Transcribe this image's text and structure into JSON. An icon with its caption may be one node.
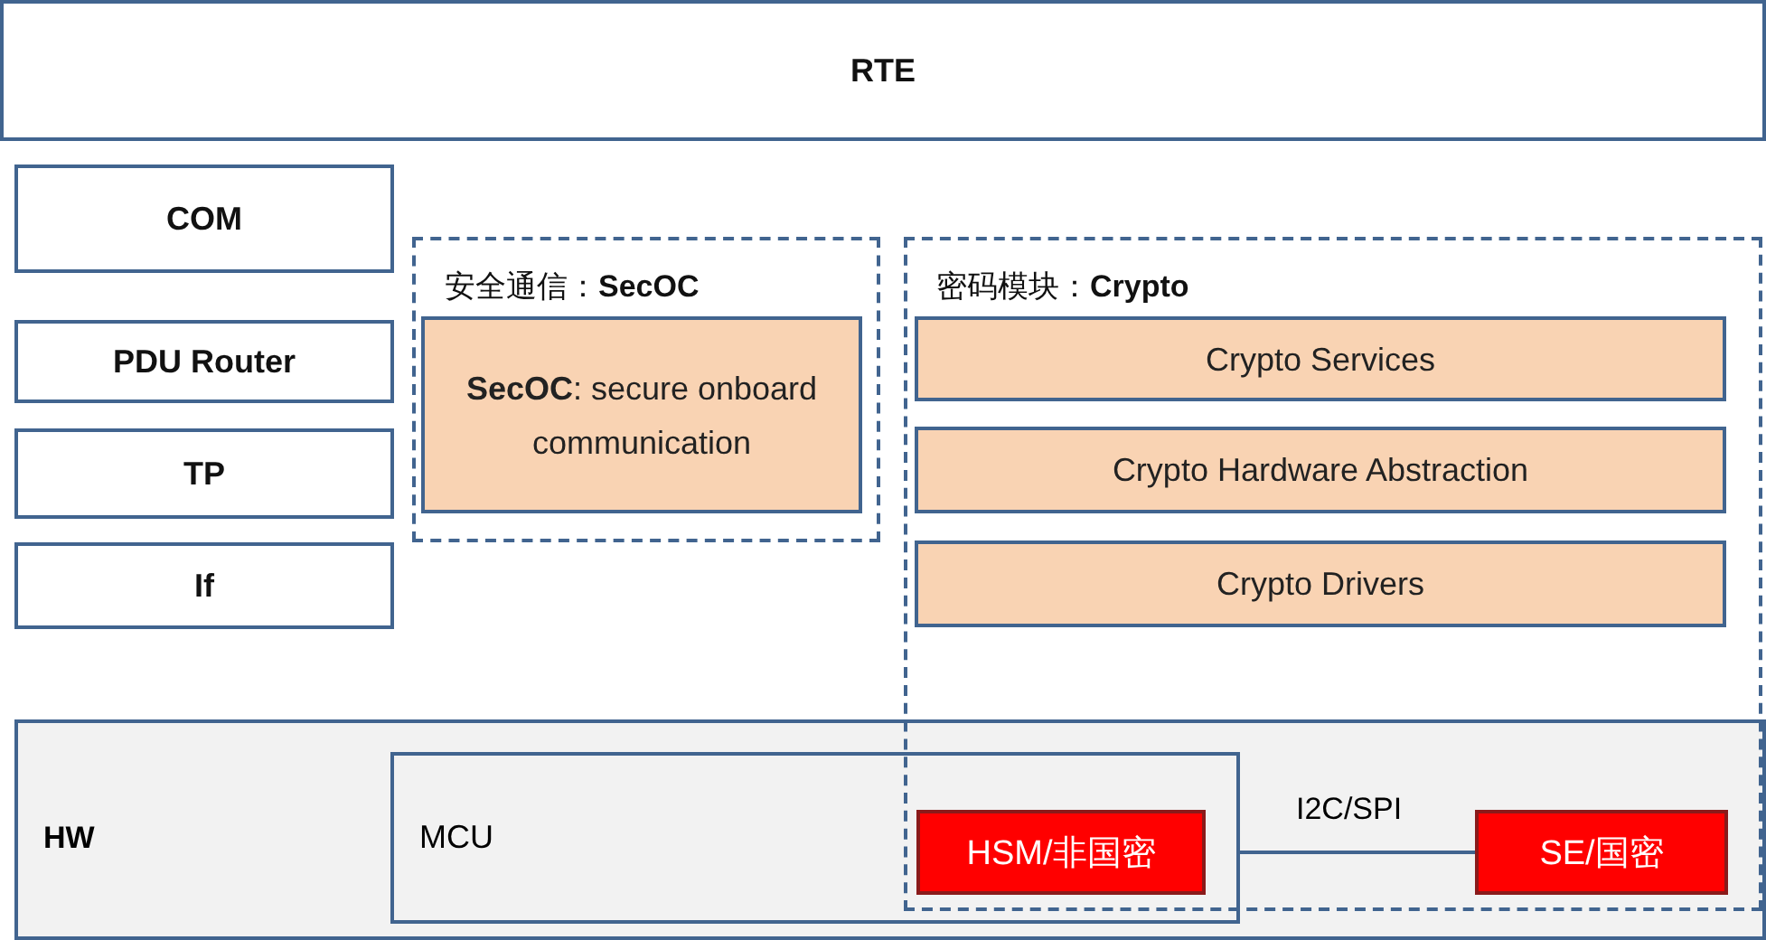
{
  "diagram": {
    "nodes": [
      {
        "text": [
          "RTE"
        ]
      },
      {
        "text": [
          "COM"
        ]
      },
      {
        "text": [
          "PDU Router"
        ]
      },
      {
        "text": [
          "TP"
        ]
      },
      {
        "text": [
          "If"
        ]
      },
      {
        "text": [
          "安全通信：**SecOC**"
        ]
      },
      {
        "text": [
          "**SecOC**: secure onboard communication"
        ],
        "in": 5
      },
      {
        "text": [
          "密码模块：**Crypto**"
        ]
      },
      {
        "text": [
          "Crypto Services"
        ],
        "in": 7
      },
      {
        "text": [
          "Crypto Hardware Abstraction"
        ],
        "in": 7
      },
      {
        "text": [
          "Crypto Drivers"
        ],
        "in": 7
      },
      {
        "text": [
          "HW"
        ]
      },
      {
        "text": [
          "MCU"
        ],
        "in": 11
      },
      {
        "text": [
          "HSM/非国密"
        ]
      },
      {
        "text": [
          "SE/国密"
        ]
      }
    ],
    "edges": [
      {
        "from": 12,
        "to": 14,
        "arrow": "none",
        "label": "I2C/SPI"
      }
    ]
  }
}
